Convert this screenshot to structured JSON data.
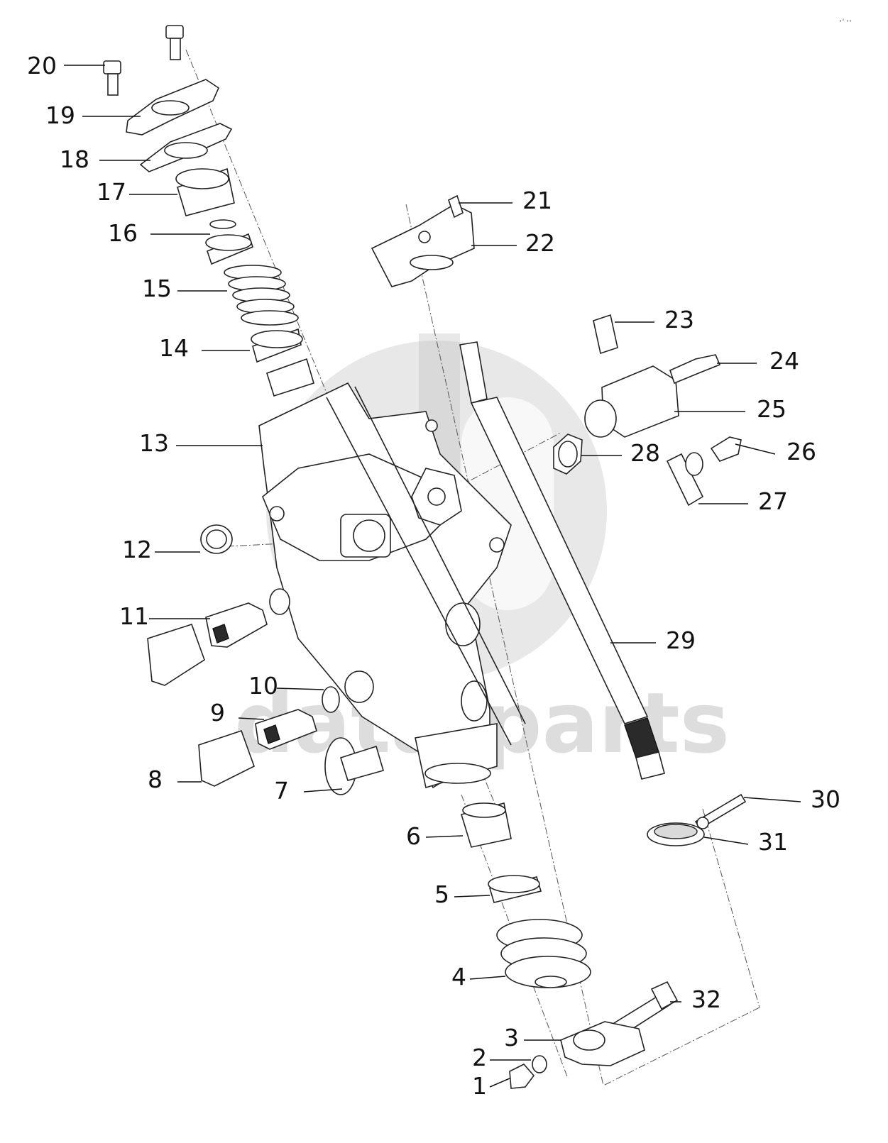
{
  "diagram": {
    "watermark": {
      "text": "data-parts"
    },
    "corner_mark": "•° ••",
    "callouts": [
      {
        "label": "1"
      },
      {
        "label": "2"
      },
      {
        "label": "3"
      },
      {
        "label": "4"
      },
      {
        "label": "5"
      },
      {
        "label": "6"
      },
      {
        "label": "7"
      },
      {
        "label": "8"
      },
      {
        "label": "9"
      },
      {
        "label": "10"
      },
      {
        "label": "11"
      },
      {
        "label": "12"
      },
      {
        "label": "13"
      },
      {
        "label": "14"
      },
      {
        "label": "15"
      },
      {
        "label": "16"
      },
      {
        "label": "17"
      },
      {
        "label": "18"
      },
      {
        "label": "19"
      },
      {
        "label": "20"
      },
      {
        "label": "21"
      },
      {
        "label": "22"
      },
      {
        "label": "23"
      },
      {
        "label": "24"
      },
      {
        "label": "25"
      },
      {
        "label": "26"
      },
      {
        "label": "27"
      },
      {
        "label": "28"
      },
      {
        "label": "29"
      },
      {
        "label": "30"
      },
      {
        "label": "31"
      },
      {
        "label": "32"
      }
    ]
  }
}
